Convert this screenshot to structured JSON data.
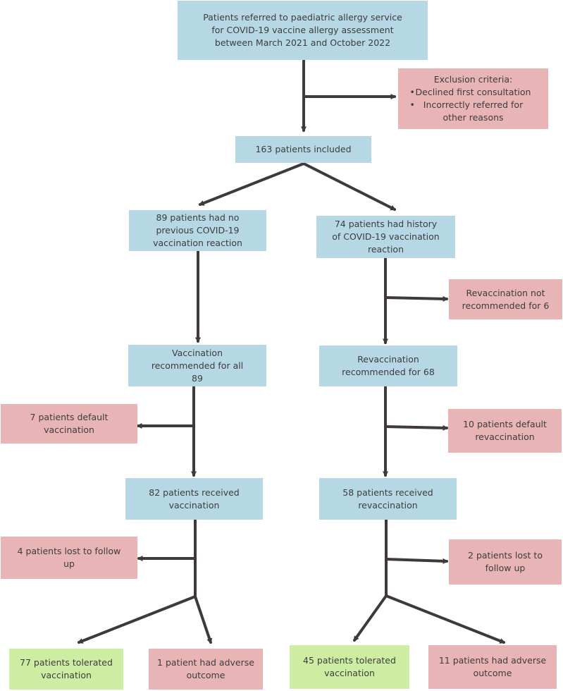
{
  "colors": {
    "info_box": "#b6d7e4",
    "excluded_box": "#e8b4b6",
    "success_box": "#cdeea2",
    "arrow": "#3f3a37"
  },
  "boxes": {
    "referred": [
      "Patients referred to paediatric allergy service",
      "for COVID-19 vaccine allergy assessment",
      "between March 2021 and October 2022"
    ],
    "exclusion": {
      "title": "Exclusion criteria:",
      "items": [
        [
          "Declined first consultation"
        ],
        [
          "Incorrectly referred for",
          "other reasons"
        ]
      ]
    },
    "included": [
      "163 patients included"
    ],
    "no_reaction": [
      "89 patients had no",
      "previous COVID-19",
      "vaccination reaction"
    ],
    "history_reaction": [
      "74 patients had history",
      "of COVID-19 vaccination",
      "reaction"
    ],
    "revacc_not_recommended": [
      "Revaccination not",
      "recommended for 6"
    ],
    "vacc_recommended": [
      "Vaccination",
      "recommended for all",
      "89"
    ],
    "revacc_recommended": [
      "Revaccination",
      "recommended for 68"
    ],
    "default_vacc": [
      "7 patients default",
      "vaccination"
    ],
    "default_revacc": [
      "10 patients default",
      "revaccination"
    ],
    "received_vacc": [
      "82 patients received",
      "vaccination"
    ],
    "received_revacc": [
      "58 patients received",
      "revaccination"
    ],
    "lost_left": [
      "4 patients lost to follow",
      "up"
    ],
    "lost_right": [
      "2 patients lost to",
      "follow up"
    ],
    "tolerated_left": [
      "77 patients tolerated",
      "vaccination"
    ],
    "adverse_left": [
      "1 patient had adverse",
      "outcome"
    ],
    "tolerated_right": [
      "45 patients tolerated",
      "vaccination"
    ],
    "adverse_right": [
      "11 patients had adverse",
      "outcome"
    ]
  }
}
